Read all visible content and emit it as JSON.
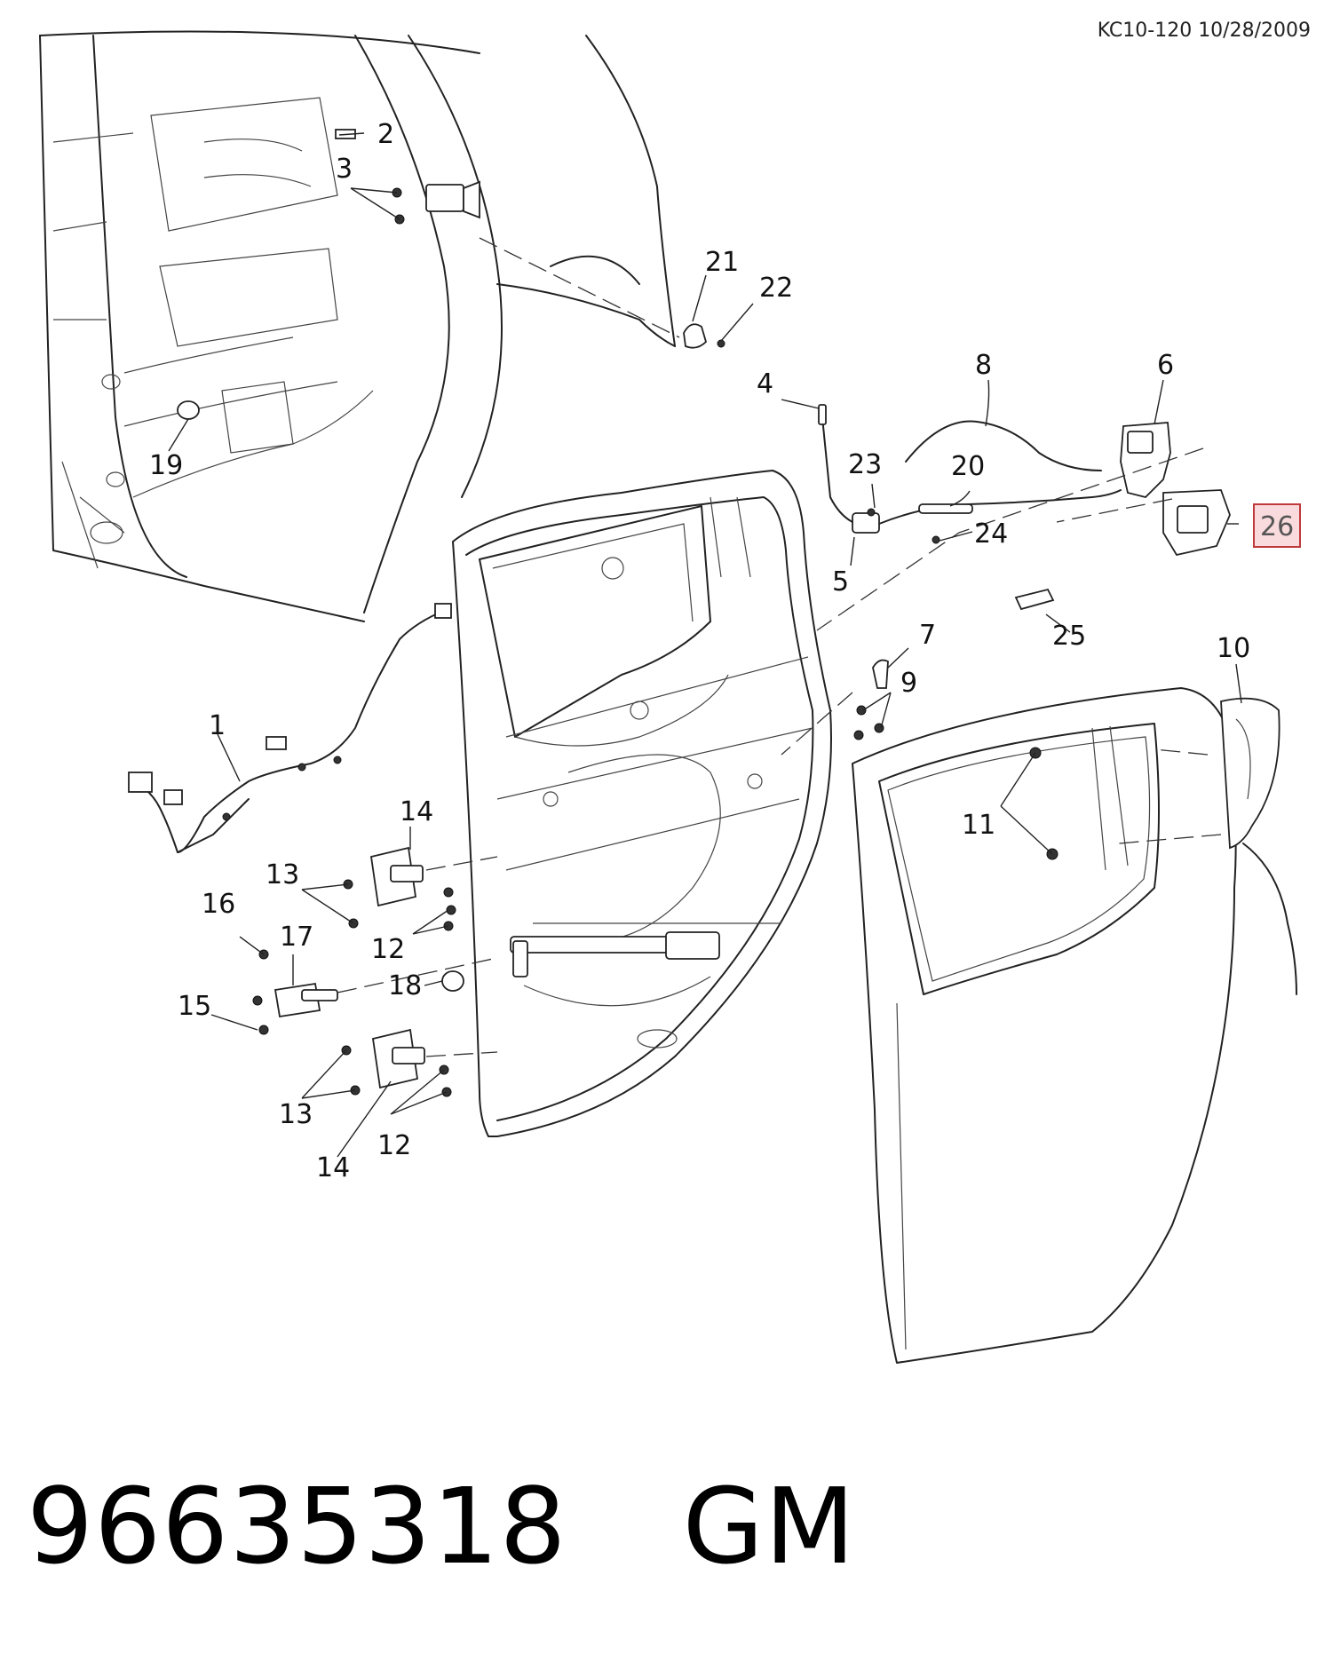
{
  "header": {
    "reference": "KC10-120 10/28/2009"
  },
  "callouts": [
    {
      "id": "c1",
      "text": "1"
    },
    {
      "id": "c2",
      "text": "2"
    },
    {
      "id": "c3",
      "text": "3"
    },
    {
      "id": "c4",
      "text": "4"
    },
    {
      "id": "c5",
      "text": "5"
    },
    {
      "id": "c6",
      "text": "6"
    },
    {
      "id": "c7",
      "text": "7"
    },
    {
      "id": "c8",
      "text": "8"
    },
    {
      "id": "c9",
      "text": "9"
    },
    {
      "id": "c10",
      "text": "10"
    },
    {
      "id": "c11",
      "text": "11"
    },
    {
      "id": "c12a",
      "text": "12"
    },
    {
      "id": "c12b",
      "text": "12"
    },
    {
      "id": "c13a",
      "text": "13"
    },
    {
      "id": "c13b",
      "text": "13"
    },
    {
      "id": "c14a",
      "text": "14"
    },
    {
      "id": "c14b",
      "text": "14"
    },
    {
      "id": "c15",
      "text": "15"
    },
    {
      "id": "c16",
      "text": "16"
    },
    {
      "id": "c17",
      "text": "17"
    },
    {
      "id": "c18",
      "text": "18"
    },
    {
      "id": "c19",
      "text": "19"
    },
    {
      "id": "c20",
      "text": "20"
    },
    {
      "id": "c21",
      "text": "21"
    },
    {
      "id": "c22",
      "text": "22"
    },
    {
      "id": "c23",
      "text": "23"
    },
    {
      "id": "c24",
      "text": "24"
    },
    {
      "id": "c25",
      "text": "25"
    },
    {
      "id": "c26",
      "text": "26"
    }
  ],
  "highlight": {
    "callout": "26",
    "fill": "#f9dadd",
    "stroke": "#c0393b",
    "text_color": "#555555"
  },
  "footer": {
    "part_number": "96635318",
    "brand": "GM"
  }
}
